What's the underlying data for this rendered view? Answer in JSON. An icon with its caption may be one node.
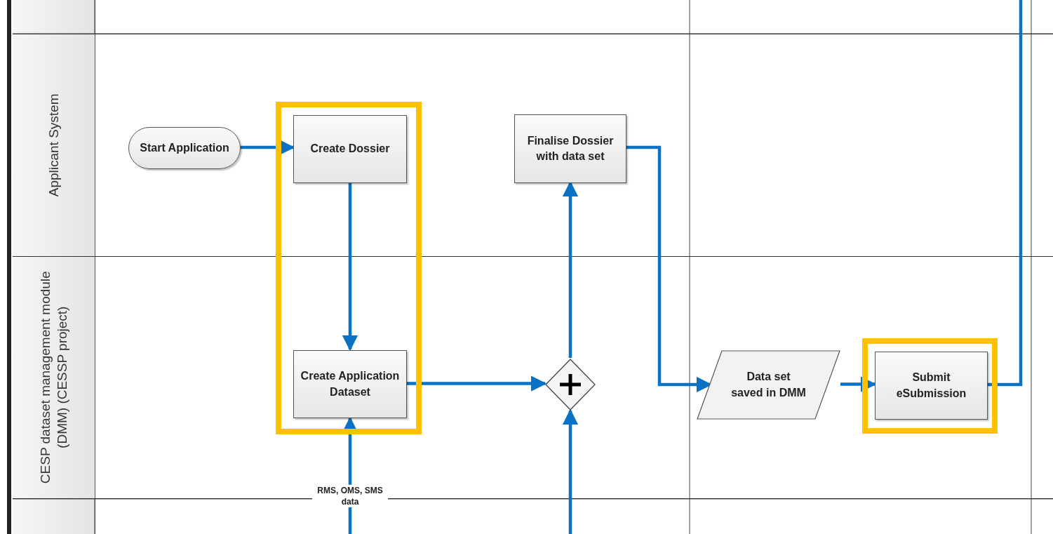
{
  "diagram": {
    "nodes": [
      {
        "text": [
          "Applicant System"
        ]
      },
      {
        "text": [
          "CESP dataset management module (DMM) (CESSP project)"
        ]
      },
      {
        "text": [
          "Start Application"
        ],
        "in": 0
      },
      {
        "text": [
          "Create Dossier"
        ],
        "in": 0
      },
      {
        "text": [
          "Finalise Dossier with data set"
        ],
        "in": 0
      },
      {
        "text": [
          "Create Application Dataset"
        ],
        "in": 1
      },
      {
        "text": [],
        "shape": "diamond",
        "in": 1
      },
      {
        "text": [
          "Data set saved in DMM"
        ],
        "in": 1
      },
      {
        "text": [
          "Submit eSubmission"
        ],
        "in": 1
      }
    ],
    "edges": [
      {
        "from": 2,
        "to": 3,
        "arrow": "to"
      },
      {
        "from": 3,
        "to": 5,
        "arrow": "to"
      },
      {
        "from": 5,
        "to": 6,
        "arrow": "to"
      },
      {
        "from": 6,
        "to": 4,
        "arrow": "to"
      },
      {
        "from": 4,
        "to": 7,
        "arrow": "to"
      },
      {
        "from": 7,
        "to": 8,
        "arrow": "to"
      },
      {
        "from": 8,
        "to": null,
        "arrow": "none"
      },
      {
        "from": null,
        "to": 5,
        "arrow": "to",
        "label": "RMS, OMS, SMS data"
      },
      {
        "from": null,
        "to": 6,
        "arrow": "to"
      }
    ]
  }
}
